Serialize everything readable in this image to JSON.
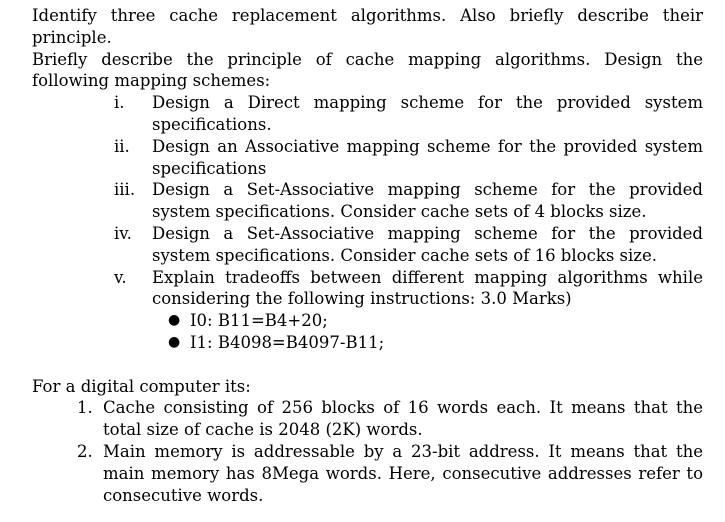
{
  "questions": {
    "q1": "Identify three cache replacement algorithms. Also briefly describe their principle.",
    "q2": "Briefly describe the principle of cache mapping algorithms. Design the following mapping schemes:",
    "sub_items": [
      {
        "num": "i.",
        "text": "Design a Direct mapping scheme for the provided system specifications."
      },
      {
        "num": "ii.",
        "text": "Design an Associative mapping scheme for the provided system specifications"
      },
      {
        "num": "iii.",
        "text": "Design a Set-Associative mapping scheme for the provided system specifications. Consider cache sets of 4 blocks size."
      },
      {
        "num": "iv.",
        "text": "Design a Set-Associative mapping scheme for the provided system specifications. Consider cache sets of 16 blocks size."
      },
      {
        "num": "v.",
        "text": "Explain tradeoffs between different mapping algorithms while considering the following instructions: 3.0 Marks)"
      }
    ],
    "instructions": [
      "I0: B11=B4+20;",
      "I1: B4098=B4097-B11;"
    ]
  },
  "specs": {
    "intro": "For a digital computer its:",
    "items": [
      {
        "num": "1.",
        "text": "Cache consisting of 256 blocks of 16 words each. It means that the total size of cache is 2048 (2K) words."
      },
      {
        "num": "2.",
        "text": "Main memory is addressable by a 23-bit address. It means that the main memory has 8Mega words. Here, consecutive addresses refer to consecutive words."
      }
    ]
  }
}
